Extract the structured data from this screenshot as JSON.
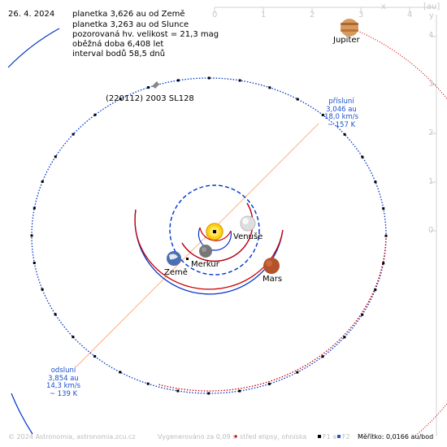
{
  "date": "26. 4. 2024",
  "info_lines": [
    "planetka 3,626 au od Země",
    "planetka 3,263 au od Slunce",
    "pozorovaná hv. velikost = 21,3 mag",
    "oběžná doba 6,408 let",
    "interval bodů 58,5 dnů"
  ],
  "asteroid_name": "(220112) 2003 SL128",
  "perihelion": {
    "label": "přísluní",
    "distance": "3,046 au",
    "speed": "18,0 km/s",
    "temp": "~ 157 K"
  },
  "aphelion": {
    "label": "odsluní",
    "distance": "3,854 au",
    "speed": "14,3 km/s",
    "temp": "~ 139 K"
  },
  "planets": {
    "jupiter": "Jupiter",
    "venus": "Venuše",
    "mercury": "Merkur",
    "earth": "Země",
    "mars": "Mars"
  },
  "axis": {
    "unit": "[au]",
    "x_letter": "x",
    "y_letter": "y",
    "x_ticks": [
      "0",
      "1",
      "2",
      "3",
      "4"
    ],
    "y_ticks": [
      "0",
      "1",
      "2",
      "3",
      "4"
    ]
  },
  "footer": {
    "copyright": "© 2024 Astronomia, astronomia.zcu.cz",
    "generated": "Vygenerováno za 0,09 s",
    "legend_center": "střed elipsy, ohniska",
    "legend_f1": "F1 a",
    "legend_f2": "F2",
    "scale": "Měřítko: 0,0166 au/bod"
  },
  "colors": {
    "orbit_blue": "#0033cc",
    "orbit_red": "#cc0000",
    "apsis_line": "#ffb080",
    "label_blue": "#1a4fd0"
  }
}
